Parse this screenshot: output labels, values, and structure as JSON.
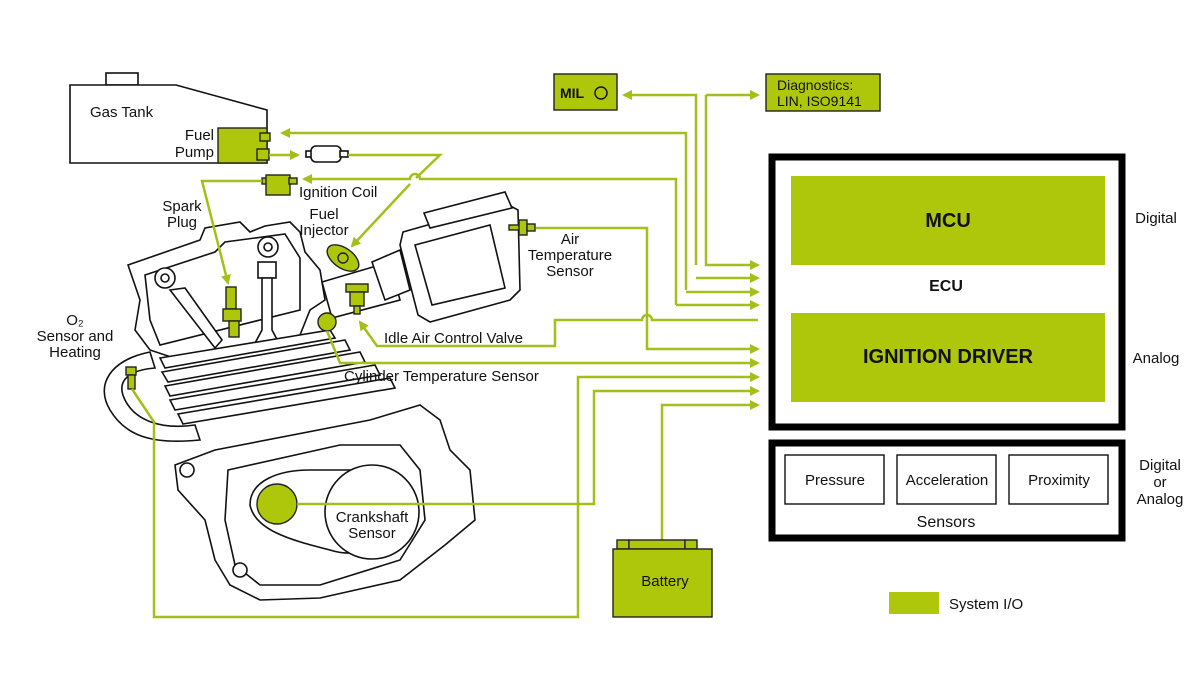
{
  "colors": {
    "system_io": "#aec70a",
    "wire": "#a4bf1a",
    "outline": "#111111",
    "background": "#ffffff"
  },
  "components": {
    "gas_tank": "Gas Tank",
    "fuel_pump": [
      "Fuel",
      "Pump"
    ],
    "ignition_coil": "Ignition Coil",
    "spark_plug": [
      "Spark",
      "Plug"
    ],
    "fuel_injector": [
      "Fuel",
      "Injector"
    ],
    "air_temp_sensor": [
      "Air",
      "Temperature",
      "Sensor"
    ],
    "idle_air_valve": "Idle Air Control Valve",
    "cylinder_temp_sensor": "Cylinder Temperature Sensor",
    "o2_sensor": [
      "O₂",
      "Sensor and",
      "Heating"
    ],
    "crankshaft_sensor": [
      "Crankshaft",
      "Sensor"
    ],
    "battery": "Battery",
    "mil": "MIL",
    "diagnostics": [
      "Diagnostics:",
      "LIN, ISO9141"
    ]
  },
  "ecu": {
    "label": "ECU",
    "mcu": "MCU",
    "ignition_driver": "IGNITION DRIVER",
    "side_labels": {
      "digital": "Digital",
      "analog": "Analog"
    }
  },
  "sensors": {
    "label": "Sensors",
    "items": [
      "Pressure",
      "Acceleration",
      "Proximity"
    ],
    "side_label": [
      "Digital",
      "or",
      "Analog"
    ]
  },
  "legend": {
    "label": "System I/O"
  }
}
